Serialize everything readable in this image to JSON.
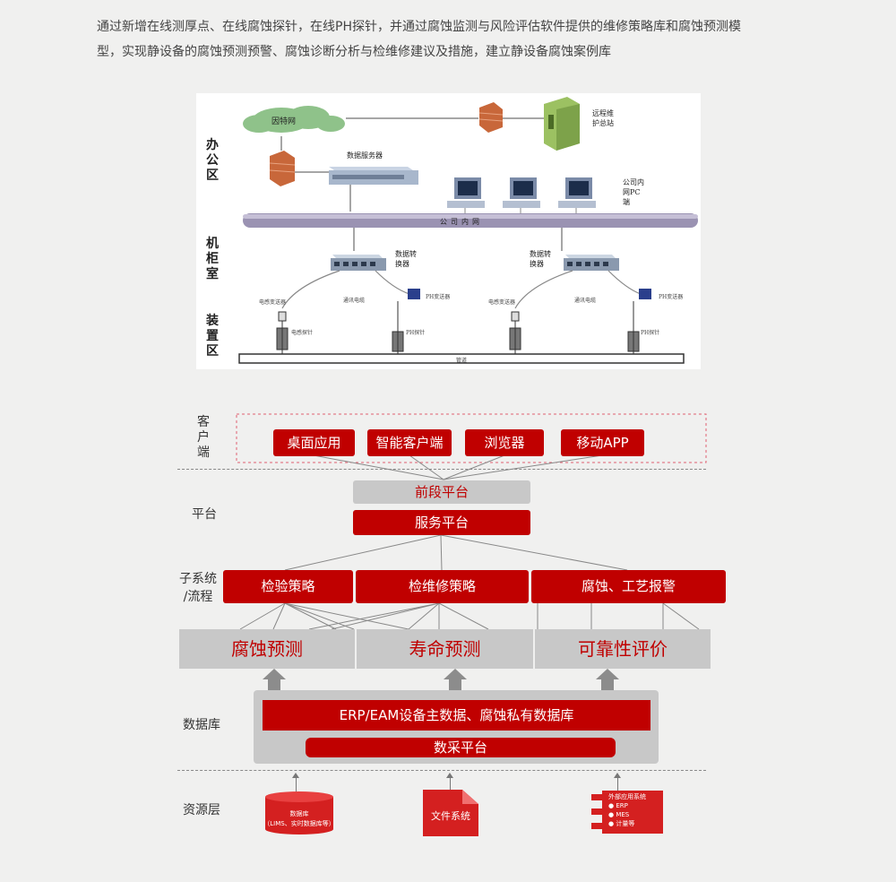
{
  "intro": {
    "line1": "通过新增在线测厚点、在线腐蚀探针，在线PH探针，并通过腐蚀监测与风险评估软件提供的维修策略库和腐蚀预测模",
    "line2": "型，实现静设备的腐蚀预测预警、腐蚀诊断分析与检维修建议及措施，建立静设备腐蚀案例库"
  },
  "network": {
    "zones": {
      "office": "办公区",
      "cabinet": "机柜室",
      "device": "装置区"
    },
    "internet": "因特网",
    "remote": "远程维护总站",
    "server": "数据服务器",
    "pc": "公司内网PC端",
    "lan": "公司内网",
    "converter": "数据转换器",
    "electric_transmitter": "电感变送器",
    "comm_cable": "通讯电缆",
    "ph_transmitter": "PH变送器",
    "electric_probe": "电感探针",
    "ph_probe": "PH探针",
    "pipe": "管道"
  },
  "arch": {
    "layers": {
      "client": "客户端",
      "platform": "平台",
      "subsystem": "子系统\n/流程",
      "database": "数据库",
      "resource": "资源层"
    },
    "clients": [
      "桌面应用",
      "智能客户端",
      "浏览器",
      "移动APP"
    ],
    "front_platform": "前段平台",
    "service_platform": "服务平台",
    "subsystems": [
      "检验策略",
      "检维修策略",
      "腐蚀、工艺报警"
    ],
    "predictions": [
      "腐蚀预测",
      "寿命预测",
      "可靠性评价"
    ],
    "master_db": "ERP/EAM设备主数据、腐蚀私有数据库",
    "collection": "数采平台",
    "resources": {
      "db_title": "数据库",
      "db_sub": "（LIMS、实时数据库等）",
      "file_system": "文件系统",
      "ext_title": "外部应用系统",
      "ext_items": [
        "ERP",
        "MES",
        "计量等"
      ]
    }
  },
  "colors": {
    "brand_red": "#c00000",
    "gray_box": "#c8c8c8",
    "background": "#f0f0ef"
  }
}
